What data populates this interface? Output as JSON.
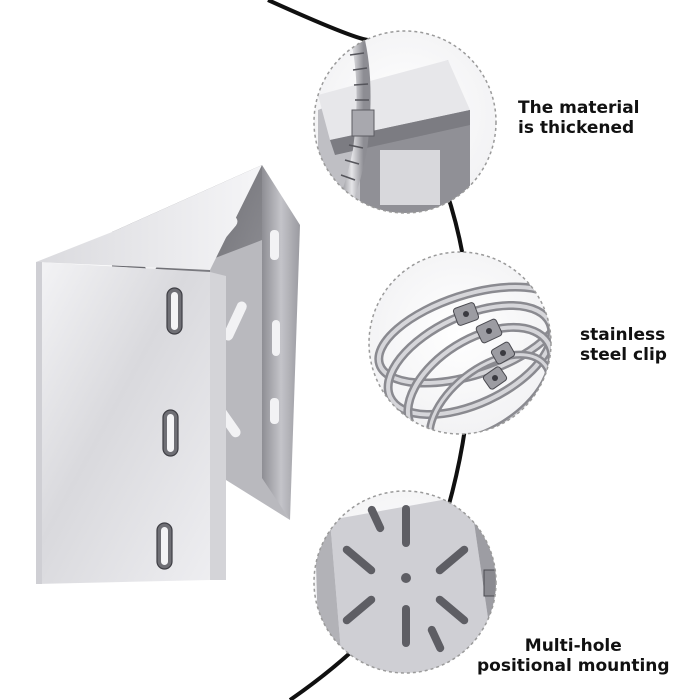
{
  "features": [
    {
      "id": "thickened",
      "lines": [
        "The material",
        "is thickened"
      ]
    },
    {
      "id": "clip",
      "lines": [
        "stainless",
        "steel clip"
      ]
    },
    {
      "id": "mounting",
      "lines": [
        "Multi-hole",
        "positional mounting"
      ]
    }
  ],
  "colors": {
    "band": "#101010",
    "steel_light": "#e9e9ec",
    "steel_mid": "#c9c9ce",
    "steel_dark": "#7a7a80",
    "dashed_circle": "#9a9a9a",
    "text": "#111111"
  }
}
